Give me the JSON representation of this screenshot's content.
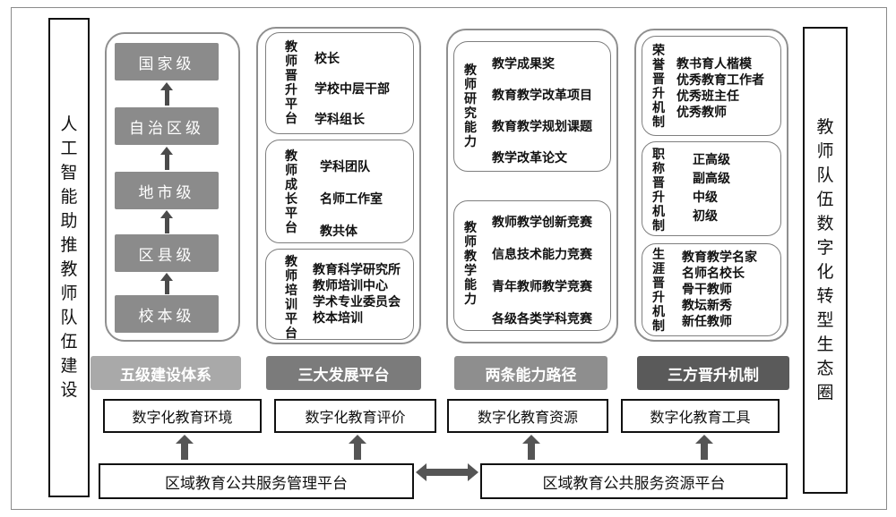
{
  "left_side": "人工智能助推教师队伍建设",
  "right_side": "教师队伍数字化转型生态圈",
  "levels": [
    "国家级",
    "自治区级",
    "地市级",
    "区县级",
    "校本级"
  ],
  "platforms": [
    {
      "label": "教师晋升平台",
      "items": [
        "校长",
        "学校中层干部",
        "学科组长"
      ]
    },
    {
      "label": "教师成长平台",
      "items": [
        "学科团队",
        "名师工作室",
        "教共体"
      ]
    },
    {
      "label": "教师培训平台",
      "items": [
        "教育科学研究所",
        "教师培训中心",
        "学术专业委员会",
        "校本培训"
      ]
    }
  ],
  "abilities": [
    {
      "label": "教师研究能力",
      "items": [
        "教学成果奖",
        "教育教学改革项目",
        "教育教学规划课题",
        "教学改革论文"
      ]
    },
    {
      "label": "教师教学能力",
      "items": [
        "教师教学创新竞赛",
        "信息技术能力竞赛",
        "青年教师教学竞赛",
        "各级各类学科竞赛"
      ]
    }
  ],
  "mechanisms": [
    {
      "label": "荣誉晋升机制",
      "items": [
        "教书育人楷模",
        "优秀教育工作者",
        "优秀班主任",
        "优秀教师"
      ]
    },
    {
      "label": "职称晋升机制",
      "items": [
        "正高级",
        "副高级",
        "中级",
        "初级"
      ]
    },
    {
      "label": "生涯晋升机制",
      "items": [
        "教育教学名家",
        "名师名校长",
        "骨干教师",
        "教坛新秀",
        "新任教师"
      ]
    }
  ],
  "banners": [
    "五级建设体系",
    "三大发展平台",
    "两条能力路径",
    "三方晋升机制"
  ],
  "digital_boxes": [
    "数字化教育环境",
    "数字化教育评价",
    "数字化教育资源",
    "数字化教育工具"
  ],
  "bottom": {
    "management": "区域教育公共服务管理平台",
    "resource": "区域教育公共服务资源平台"
  },
  "colors": {
    "level_fill": "#8b8b8b",
    "banner_1": "#a9a9a9",
    "banner_2": "#7b7b7b",
    "banner_3": "#8e8e8e",
    "banner_4": "#5a5a5a",
    "arrow": "#555555"
  }
}
